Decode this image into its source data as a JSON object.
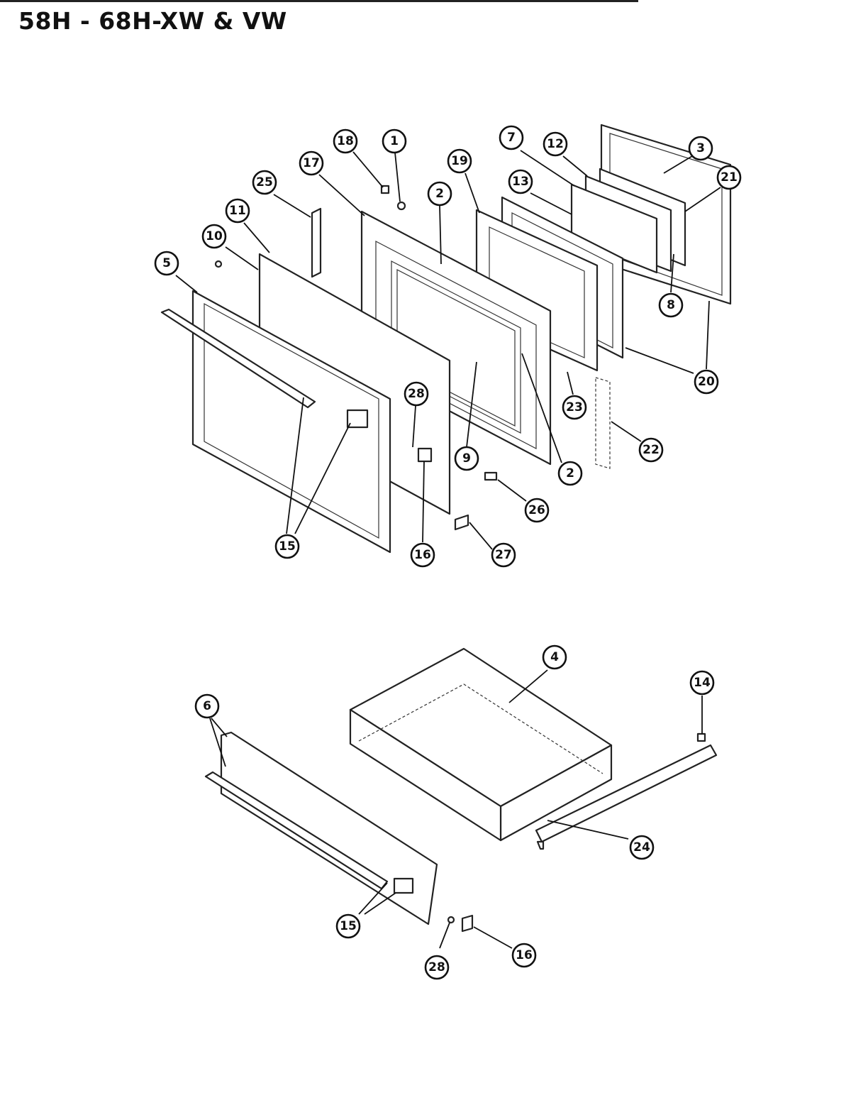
{
  "title": "58H - 68H-XW & VW",
  "callouts": [
    {
      "id": "c18a",
      "label": "18"
    },
    {
      "id": "c1",
      "label": "1"
    },
    {
      "id": "c17",
      "label": "17"
    },
    {
      "id": "c25",
      "label": "25"
    },
    {
      "id": "c11",
      "label": "11"
    },
    {
      "id": "c10",
      "label": "10"
    },
    {
      "id": "c5",
      "label": "5"
    },
    {
      "id": "c2a",
      "label": "2"
    },
    {
      "id": "c19",
      "label": "19"
    },
    {
      "id": "c7",
      "label": "7"
    },
    {
      "id": "c12",
      "label": "12"
    },
    {
      "id": "c13",
      "label": "13"
    },
    {
      "id": "c3",
      "label": "3"
    },
    {
      "id": "c21",
      "label": "21"
    },
    {
      "id": "c8",
      "label": "8"
    },
    {
      "id": "c20",
      "label": "20"
    },
    {
      "id": "c23",
      "label": "23"
    },
    {
      "id": "c22",
      "label": "22"
    },
    {
      "id": "c28a",
      "label": "28"
    },
    {
      "id": "c9",
      "label": "9"
    },
    {
      "id": "c2b",
      "label": "2"
    },
    {
      "id": "c26",
      "label": "26"
    },
    {
      "id": "c15a",
      "label": "15"
    },
    {
      "id": "c16a",
      "label": "16"
    },
    {
      "id": "c27",
      "label": "27"
    },
    {
      "id": "c4",
      "label": "4"
    },
    {
      "id": "c14",
      "label": "14"
    },
    {
      "id": "c6",
      "label": "6"
    },
    {
      "id": "c24",
      "label": "24"
    },
    {
      "id": "c15b",
      "label": "15"
    },
    {
      "id": "c16b",
      "label": "16"
    },
    {
      "id": "c28b",
      "label": "28"
    }
  ]
}
